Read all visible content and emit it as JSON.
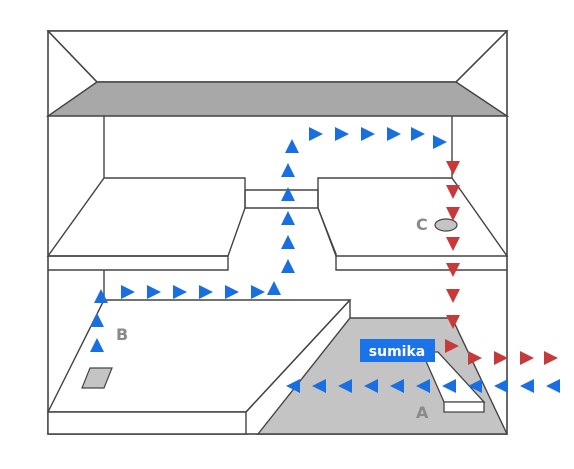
{
  "labels": {
    "a": "A",
    "b": "B",
    "c": "C",
    "badge": "sumika"
  },
  "colors": {
    "blue_path": "#1a6fe0",
    "red_path": "#c63a3a",
    "badge_bg": "#1a73e8",
    "badge_text": "#ffffff",
    "label_gray": "#8a8a8a",
    "line": "#444444",
    "roof_gray": "#a8a8a8",
    "floor_gray": "#c4c4c4"
  }
}
